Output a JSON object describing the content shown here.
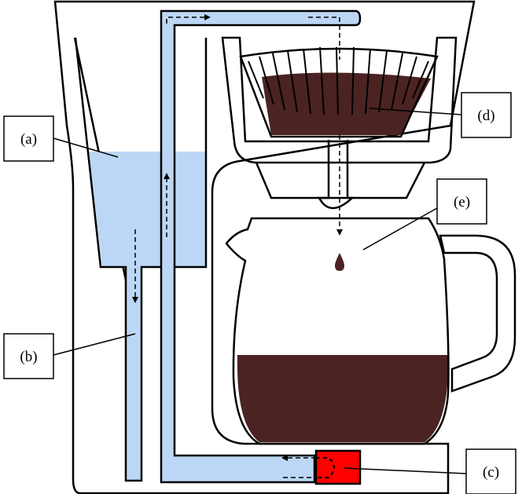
{
  "labels": {
    "a": "(a)",
    "b": "(b)",
    "c": "(c)",
    "d": "(d)",
    "e": "(e)"
  },
  "colors": {
    "water": "#bcd7f5",
    "coffee": "#4b2322",
    "heater": "#ff0000",
    "outline": "#000000",
    "background": "#ffffff"
  }
}
